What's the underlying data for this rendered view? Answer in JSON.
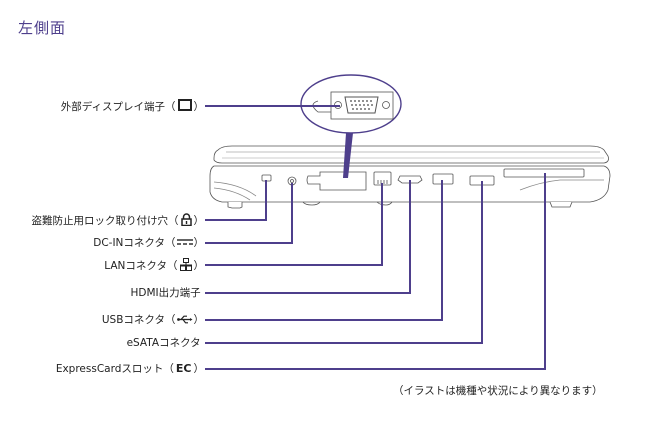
{
  "title": "左側面",
  "accent_color": "#4e3f8c",
  "callouts": [
    {
      "id": "display",
      "label": "外部ディスプレイ端子",
      "symbol": "□",
      "symbol_name": "display-icon"
    },
    {
      "id": "lock",
      "label": "盗難防止用ロック取り付け穴",
      "symbol": "🔒",
      "symbol_name": "lock-icon"
    },
    {
      "id": "dcin",
      "label": "DC-INコネクタ",
      "symbol": "⎓",
      "symbol_name": "dc-icon"
    },
    {
      "id": "lan",
      "label": "LANコネクタ",
      "symbol": "品",
      "symbol_name": "network-icon"
    },
    {
      "id": "hdmi",
      "label": "HDMI出力端子",
      "symbol": "",
      "symbol_name": ""
    },
    {
      "id": "usb",
      "label": "USBコネクタ",
      "symbol": "•⇹",
      "symbol_name": "usb-icon"
    },
    {
      "id": "esata",
      "label": "eSATAコネクタ",
      "symbol": "",
      "symbol_name": ""
    },
    {
      "id": "expresscard",
      "label": "ExpressCardスロット",
      "symbol": "EC",
      "symbol_name": "expresscard-icon"
    }
  ],
  "note": "（イラストは機種や状況により異なります）"
}
